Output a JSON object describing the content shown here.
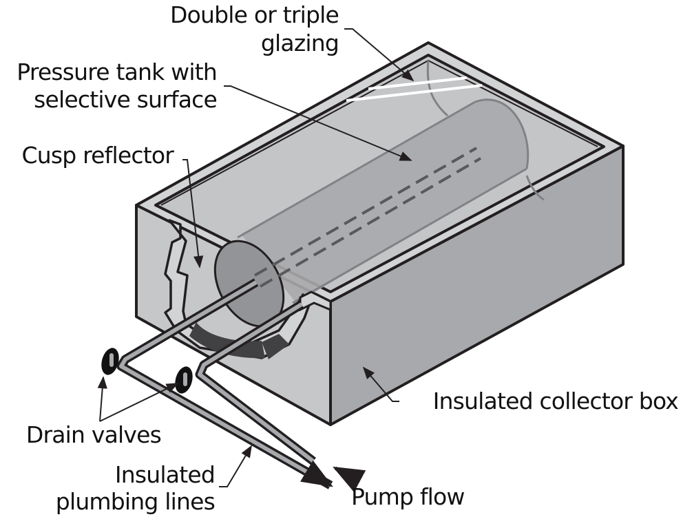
{
  "title": "Integral collector-storage solar water heater",
  "labels": {
    "glazing": [
      "Double or triple",
      "glazing"
    ],
    "tank": [
      "Pressure tank with",
      "selective surface"
    ],
    "reflector": "Cusp reflector",
    "drain": "Drain valves",
    "plumbing": [
      "Insulated",
      "plumbing lines"
    ],
    "pump": "Pump flow",
    "box": "Insulated collector box"
  },
  "colors": {
    "outline": "#231f20",
    "box_side": "#a7a9ac",
    "box_front": "#c6c7c9",
    "rim": "#d1d3d4",
    "interior": "#c4c5c7",
    "tank": "#a8a9ac",
    "tank_edge": "#808285",
    "glazing_highlight": "#ffffff",
    "reflector_dark": "#414042"
  }
}
